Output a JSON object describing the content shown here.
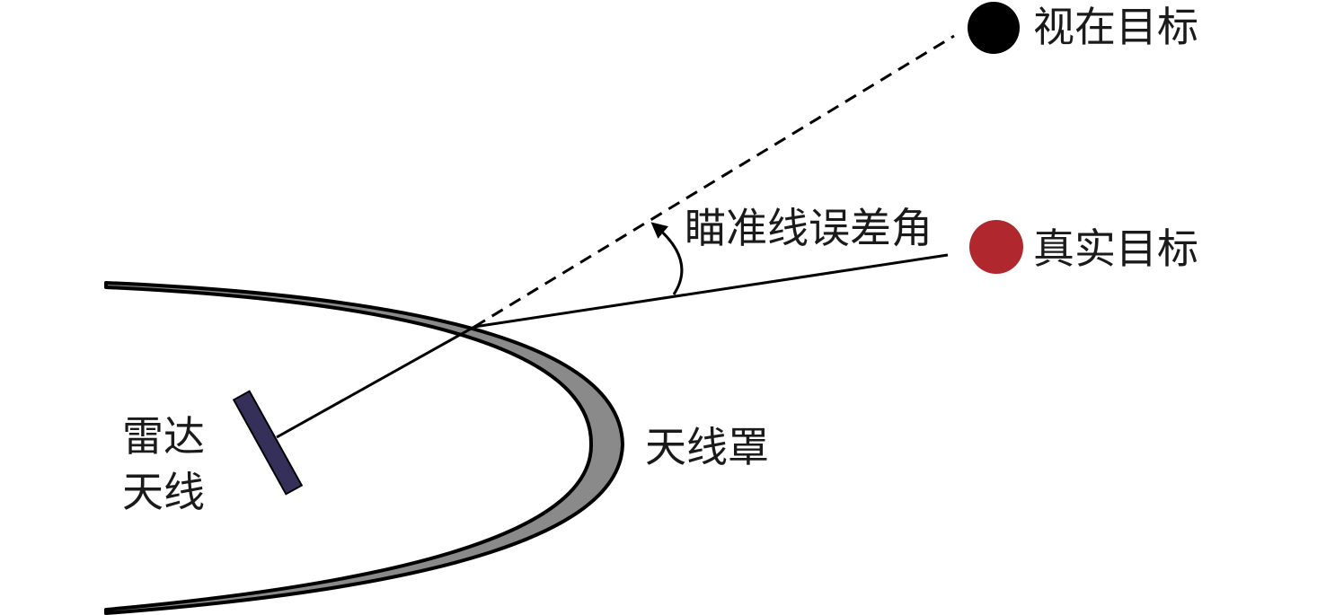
{
  "labels": {
    "apparent_target": "视在目标",
    "true_target": "真实目标",
    "boresight_error_angle": "瞄准线误差角",
    "radome": "天线罩",
    "radar_antenna_line1": "雷达",
    "radar_antenna_line2": "天线"
  },
  "colors": {
    "apparent_target": "#000000",
    "true_target": "#b0282e",
    "antenna": "#34305a",
    "radome_fill": "#8a8a8a",
    "line": "#000000"
  }
}
